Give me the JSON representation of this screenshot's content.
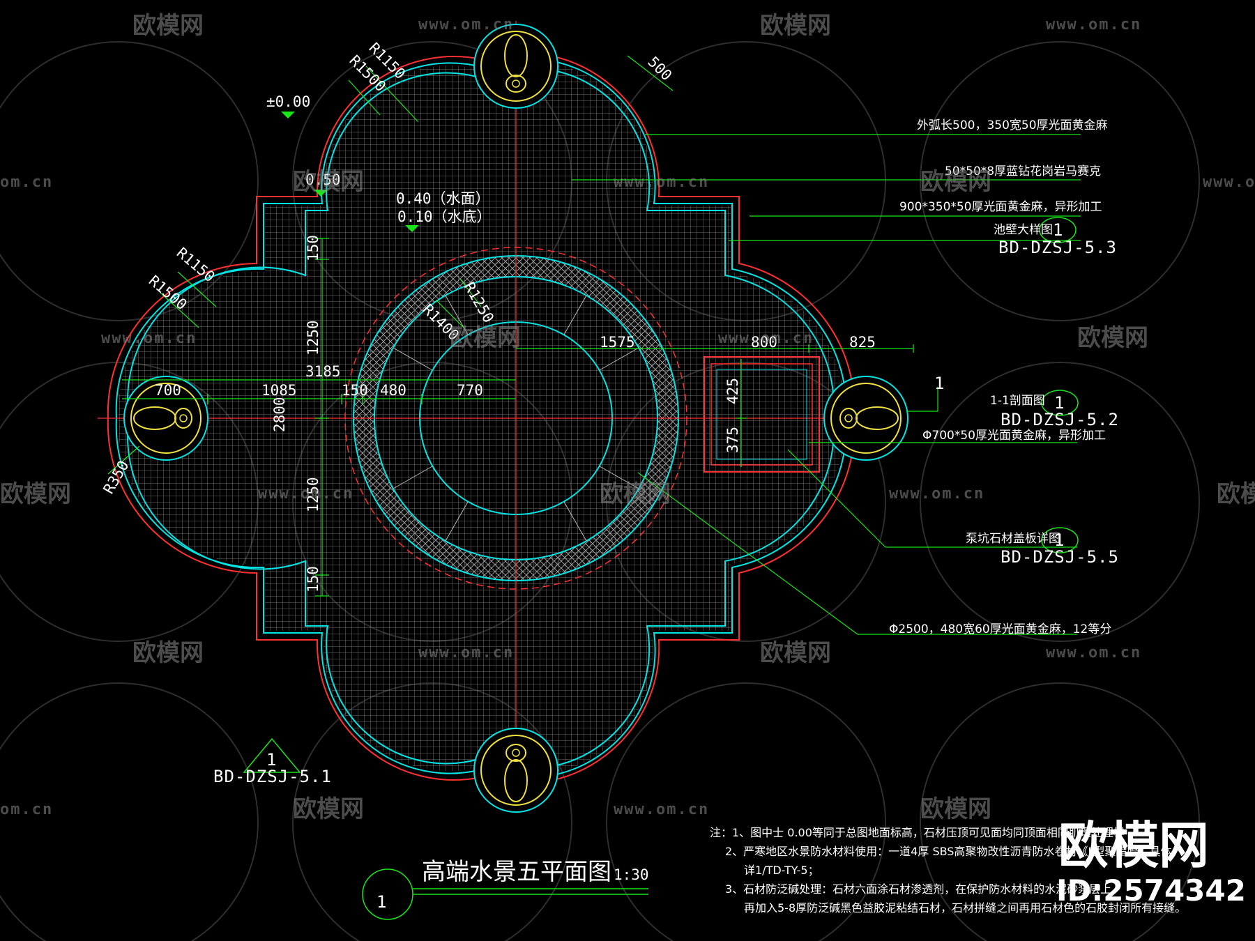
{
  "watermark": {
    "logo_text": "欧模网",
    "url_text": "www.om.cn",
    "url_partial": "om.cn"
  },
  "drawing": {
    "title": "高端水景五平面图",
    "scale": "1:30",
    "number": "1"
  },
  "elevations": {
    "ground": "±0.00",
    "edge": "0.50",
    "water_surface": "0.40（水面）",
    "water_bottom": "0.10（水底）"
  },
  "radius_labels": {
    "r1150_top": "R1150",
    "r1500_top": "R1500",
    "r1150_left": "R1150",
    "r1500_left": "R1500",
    "r1250": "R1250",
    "r1400": "R1400",
    "r350": "R350"
  },
  "dimensions": {
    "d500": "500",
    "d150_top": "150",
    "d1250_top": "1250",
    "d2800": "2800",
    "d1250_bottom": "1250",
    "d150_bottom": "150",
    "d3185": "3185",
    "d700": "700",
    "d1085": "1085",
    "d150_h": "150",
    "d480": "480",
    "d770": "770",
    "d1575": "1575",
    "d800": "800",
    "d825": "825",
    "d425": "425",
    "d375": "375"
  },
  "annotations": {
    "outer_arc": "外弧长500，350宽50厚光面黄金麻",
    "mosaic": "50*50*8厚蓝钻花岗岩马赛克",
    "panel": "900*350*50厚光面黄金麻，异形加工",
    "wall_detail": "池壁大样图",
    "wall_ref_num": "1",
    "wall_ref": "BD-DZSJ-5.3",
    "section_mark": "1",
    "section_label": "1-1剖面图",
    "section_ref_num": "1",
    "section_ref": "BD-DZSJ-5.2",
    "pedestal": "Φ700*50厚光面黄金麻，异形加工",
    "pit_label": "泵坑石材盖板详图",
    "pit_ref_num": "1",
    "pit_ref": "BD-DZSJ-5.5",
    "ring": "Φ2500，480宽60厚光面黄金麻，12等分",
    "left_ref_num": "1",
    "left_ref": "BD-DZSJ-5.1"
  },
  "notes": [
    "注：1、图中士 0.00等同于总图地面标高，石材压顶可见面均同顶面相同肌理处理样",
    "2、严寒地区水景防水材料使用：一道4厚 SBS高聚物改性沥青防水卷材《Ⅱ型聚酯胎》具体",
    "详1/TD-TY-5；",
    "3、石材防泛碱处理：石材六面涂石材渗透剂，在保护防水材料的水泥砂浆层上，",
    "再加入5-8厚防泛碱黑色益胶泥粘结石材，石材拼缝之间再用石材色的石胶封闭所有接缝。"
  ],
  "brand": {
    "name": "欧模网",
    "id": "ID:2574342"
  },
  "colors": {
    "background": "#000000",
    "cyan": "#00e5e5",
    "red": "#ff3030",
    "green": "#19e619",
    "yellow": "#f0e040",
    "white": "#ffffff",
    "grid": "#5a5a5a"
  }
}
